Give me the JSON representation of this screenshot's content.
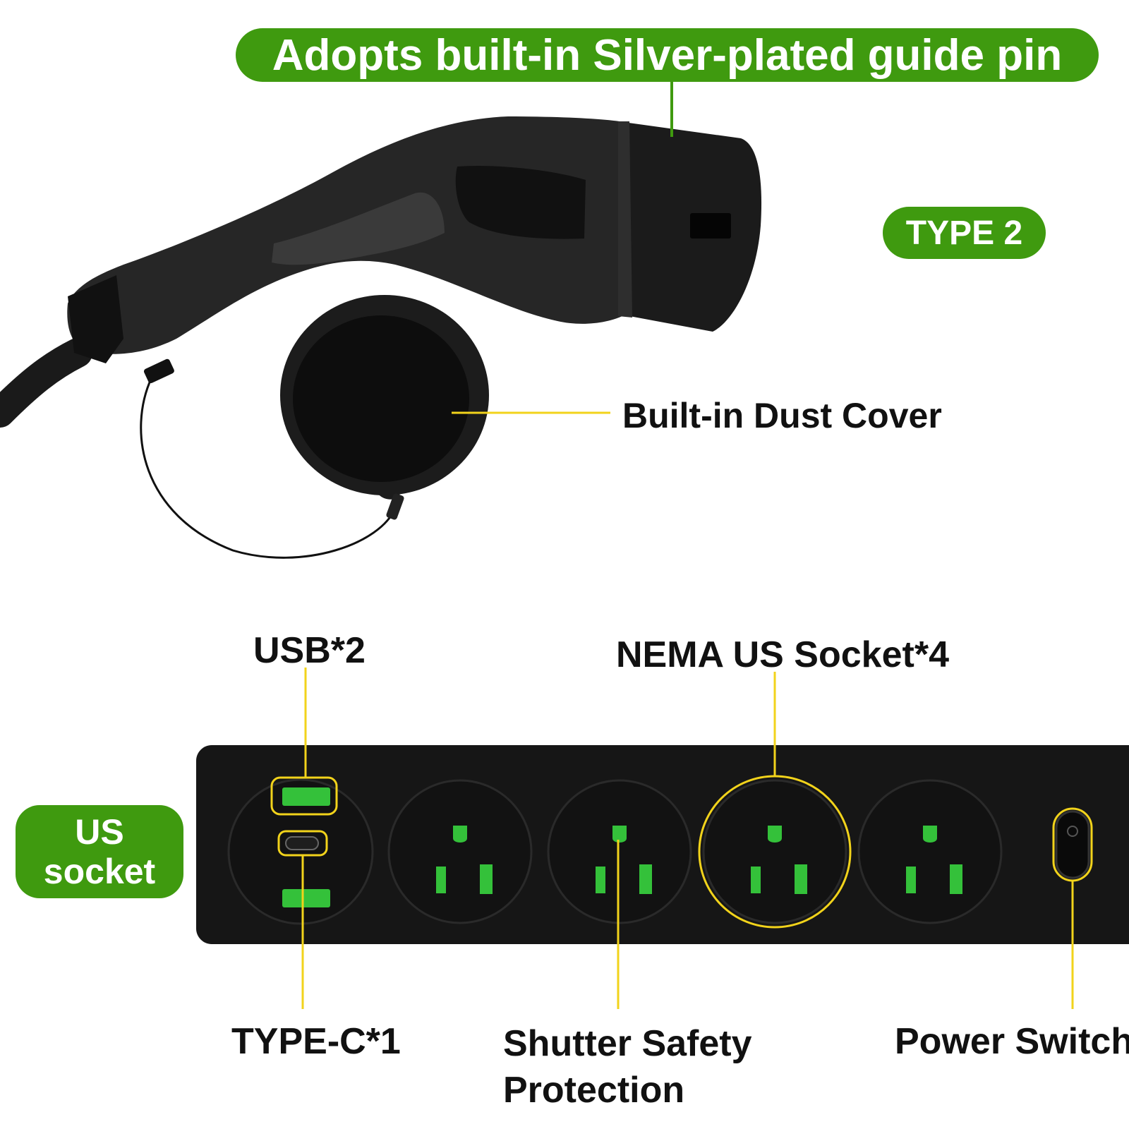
{
  "callouts": {
    "guide_pin": "Adopts built-in Silver-plated guide pin",
    "type2": "TYPE 2",
    "dust_cover": "Built-in Dust Cover",
    "usb": "USB*2",
    "nema": "NEMA US Socket*4",
    "us_socket_line1": "US",
    "us_socket_line2": "socket",
    "typec": "TYPE-C*1",
    "shutter_line1": "Shutter Safety",
    "shutter_line2": "Protection",
    "power_switch": "Power Switch"
  },
  "colors": {
    "brand_green": "#3f9a0f",
    "callout_yellow": "#f2d31b",
    "port_green": "#34c13a",
    "body_black": "#161616"
  }
}
